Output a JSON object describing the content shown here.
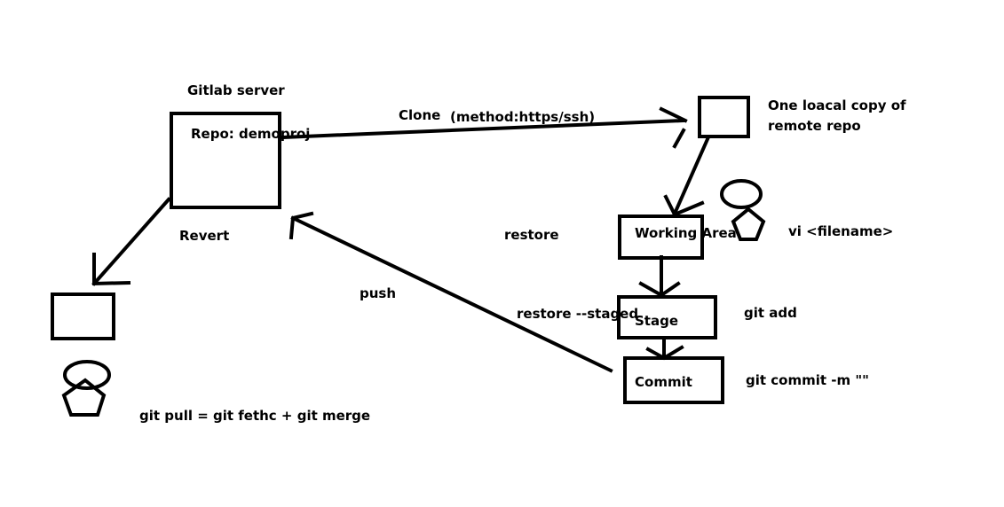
{
  "labels": {
    "gitlab_server": "Gitlab server",
    "repo": "Repo: demoproj",
    "clone": "Clone",
    "clone_method": "(method:https/ssh)",
    "local_copy": "One loacal copy of remote repo",
    "working_area": "Working Area",
    "vi_filename": "vi <filename>",
    "restore": "restore",
    "restore_staged": "restore --staged",
    "stage": "Stage",
    "git_add": "git add",
    "commit": "Commit",
    "git_commit": "git commit -m \"\"",
    "push": "push",
    "revert": "Revert",
    "git_pull": "git pull = git fethc + git merge"
  },
  "colors": {
    "ink": "#000000",
    "background": "#ffffff"
  },
  "icons": [
    "person-icon",
    "person-icon"
  ]
}
